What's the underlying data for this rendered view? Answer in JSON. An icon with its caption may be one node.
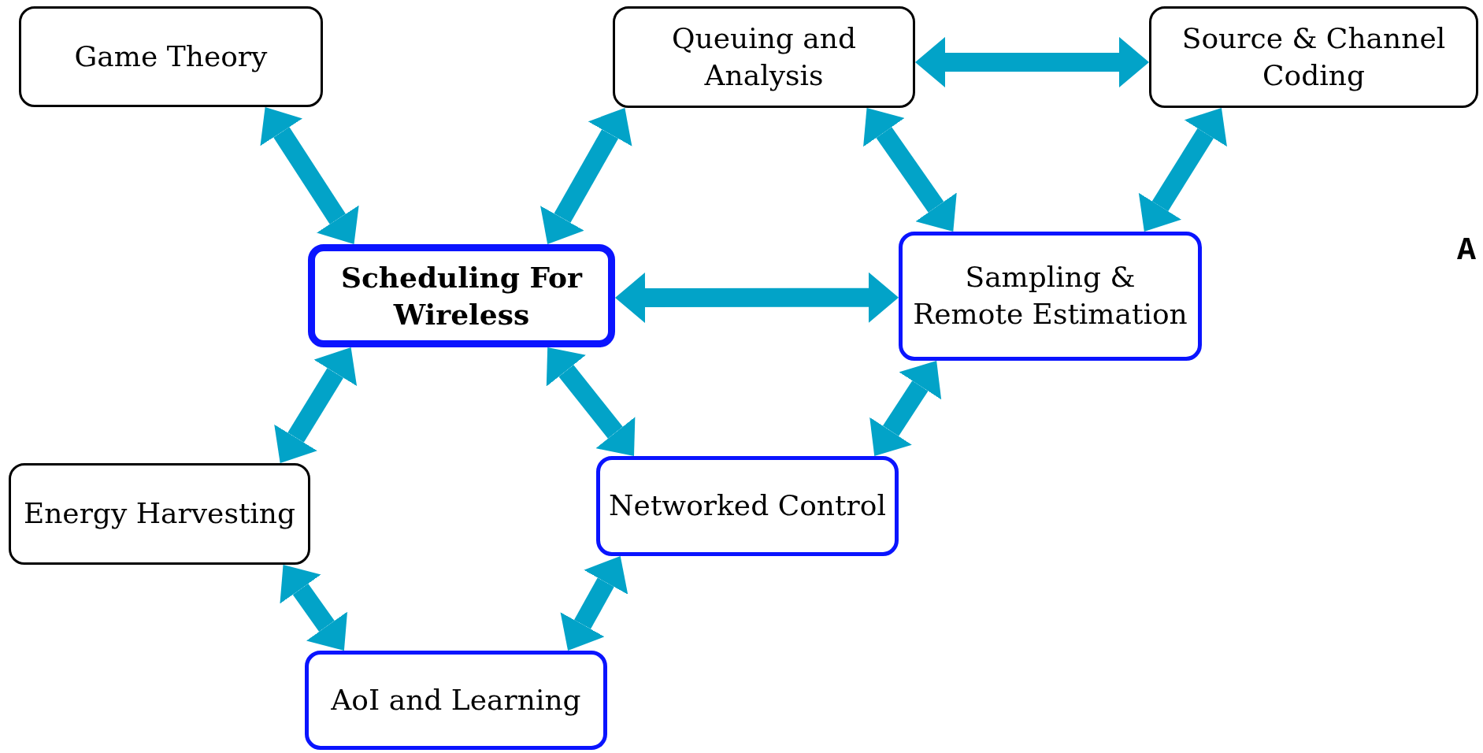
{
  "diagram": {
    "nodes": [
      {
        "text": [
          "Game Theory"
        ]
      },
      {
        "text": [
          "Queuing and Analysis"
        ]
      },
      {
        "text": [
          "Source & Channel Coding"
        ]
      },
      {
        "text": [
          "Scheduling For Wireless"
        ]
      },
      {
        "text": [
          "Sampling & Remote Estimation"
        ]
      },
      {
        "text": [
          "Energy Harvesting"
        ]
      },
      {
        "text": [
          "Networked Control"
        ]
      },
      {
        "text": [
          "AoI and Learning"
        ]
      }
    ],
    "edges": [
      {
        "from": 0,
        "to": 3,
        "arrow": "both"
      },
      {
        "from": 1,
        "to": 3,
        "arrow": "both"
      },
      {
        "from": 1,
        "to": 2,
        "arrow": "both"
      },
      {
        "from": 3,
        "to": 4,
        "arrow": "both"
      },
      {
        "from": 1,
        "to": 4,
        "arrow": "both"
      },
      {
        "from": 2,
        "to": 4,
        "arrow": "both"
      },
      {
        "from": 3,
        "to": 5,
        "arrow": "both"
      },
      {
        "from": 3,
        "to": 6,
        "arrow": "both"
      },
      {
        "from": 4,
        "to": 6,
        "arrow": "both"
      },
      {
        "from": 5,
        "to": 7,
        "arrow": "both"
      },
      {
        "from": 6,
        "to": 7,
        "arrow": "both"
      }
    ],
    "labels": [
      "A"
    ]
  }
}
